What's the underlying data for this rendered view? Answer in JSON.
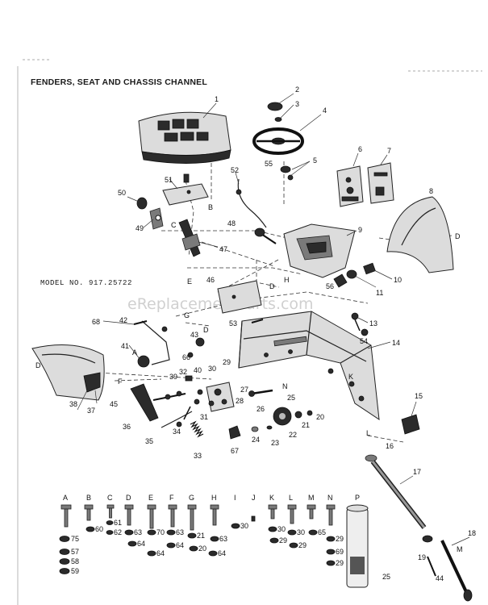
{
  "title": "FENDERS, SEAT AND CHASSIS CHANNEL",
  "model": "MODEL NO. 917.25722",
  "watermark": "eReplacementParts.com",
  "parts": [
    {
      "id": "1"
    },
    {
      "id": "2"
    },
    {
      "id": "3"
    },
    {
      "id": "4"
    },
    {
      "id": "5"
    },
    {
      "id": "6"
    },
    {
      "id": "7"
    },
    {
      "id": "8"
    },
    {
      "id": "9"
    },
    {
      "id": "10"
    },
    {
      "id": "11"
    },
    {
      "id": "13"
    },
    {
      "id": "14"
    },
    {
      "id": "15"
    },
    {
      "id": "16"
    },
    {
      "id": "17"
    },
    {
      "id": "18"
    },
    {
      "id": "19"
    },
    {
      "id": "20"
    },
    {
      "id": "21"
    },
    {
      "id": "22"
    },
    {
      "id": "23"
    },
    {
      "id": "24"
    },
    {
      "id": "25"
    },
    {
      "id": "26"
    },
    {
      "id": "27"
    },
    {
      "id": "28"
    },
    {
      "id": "29"
    },
    {
      "id": "30"
    },
    {
      "id": "31"
    },
    {
      "id": "32"
    },
    {
      "id": "33"
    },
    {
      "id": "34"
    },
    {
      "id": "35"
    },
    {
      "id": "36"
    },
    {
      "id": "37"
    },
    {
      "id": "38"
    },
    {
      "id": "39"
    },
    {
      "id": "40"
    },
    {
      "id": "41"
    },
    {
      "id": "42"
    },
    {
      "id": "43"
    },
    {
      "id": "44"
    },
    {
      "id": "45"
    },
    {
      "id": "46"
    },
    {
      "id": "47"
    },
    {
      "id": "48"
    },
    {
      "id": "49"
    },
    {
      "id": "50"
    },
    {
      "id": "51"
    },
    {
      "id": "52"
    },
    {
      "id": "53"
    },
    {
      "id": "54"
    },
    {
      "id": "55"
    },
    {
      "id": "56"
    },
    {
      "id": "66"
    },
    {
      "id": "67"
    },
    {
      "id": "68"
    }
  ],
  "connectors": [
    "A",
    "B",
    "C",
    "D",
    "E",
    "F",
    "G",
    "H",
    "K",
    "L",
    "M",
    "N"
  ],
  "hardware": {
    "letters": [
      "A",
      "B",
      "C",
      "D",
      "E",
      "F",
      "G",
      "H",
      "I",
      "J",
      "K",
      "L",
      "M",
      "N",
      "P"
    ],
    "numbers": [
      "75",
      "57",
      "58",
      "59",
      "60",
      "61",
      "62",
      "63",
      "70",
      "64",
      "21",
      "20",
      "30",
      "29",
      "65",
      "69",
      "25"
    ]
  }
}
